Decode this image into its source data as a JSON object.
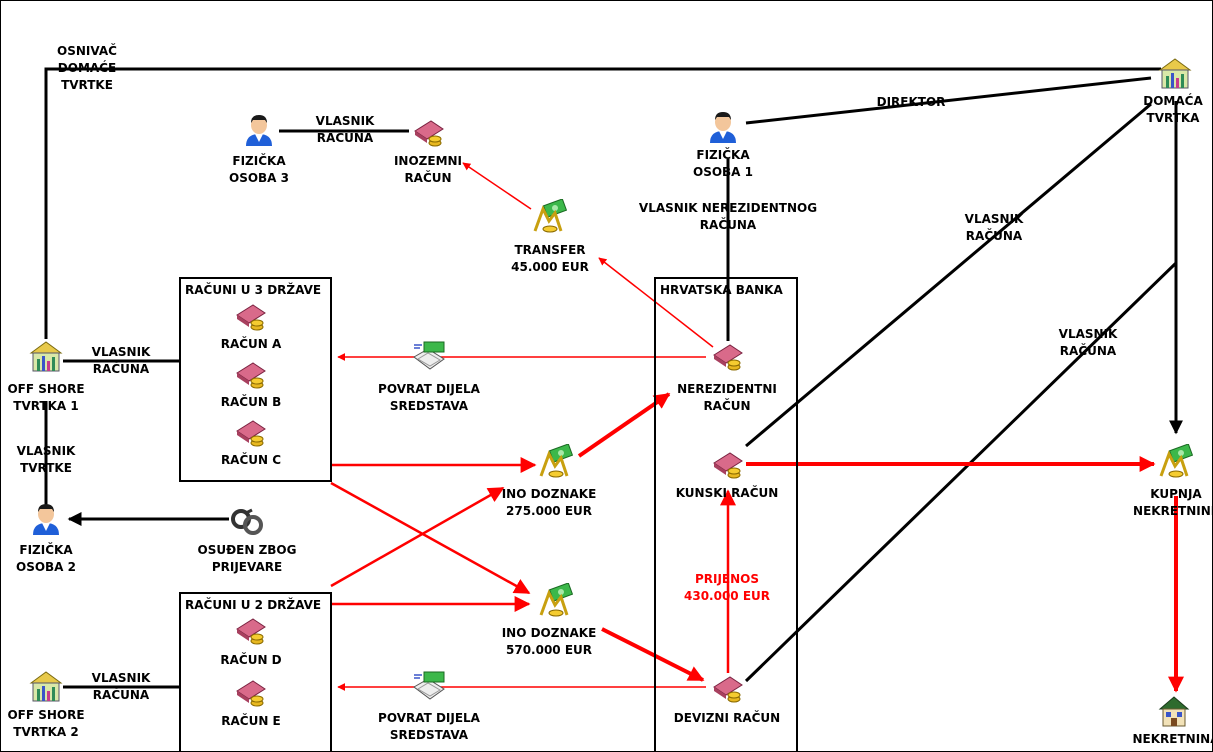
{
  "colors": {
    "flow": "#ff0000",
    "link": "#000000",
    "background": "#ffffff"
  },
  "entities": {
    "osoba3": "FIZIČKA\nOSOBA 3",
    "osoba1": "FIZIČKA\nOSOBA 1",
    "osoba2": "FIZIČKA\nOSOBA 2",
    "domaca_tvrtka": "DOMAĆA\nTVRTKA",
    "offshore1": "OFF SHORE\nTVRTKA 1",
    "offshore2": "OFF SHORE\nTVRTKA 2",
    "inozemni_racun": "INOZEMNI\nRAČUN",
    "transfer": "TRANSFER\n45.000 EUR",
    "povrat1": "POVRAT DIJELA\nSREDSTAVA",
    "povrat2": "POVRAT DIJELA\nSREDSTAVA",
    "ino_doznake1": "INO DOZNAKE\n275.000 EUR",
    "ino_doznake2": "INO DOZNAKE\n570.000 EUR",
    "nerezidentni": "NEREZIDENTNI\nRAČUN",
    "kunski": "KUNSKI RAČUN",
    "devizni": "DEVIZNI RAČUN",
    "kupnja": "KUPNJA\nNEKRETNINE",
    "nekretnina": "NEKRETNINA",
    "osuden": "OSUĐEN ZBOG\nPRIJEVARE"
  },
  "boxes": {
    "tri_drzave": {
      "title": "RAČUNI U 3 DRŽAVE",
      "accounts": [
        "RAČUN A",
        "RAČUN B",
        "RAČUN C"
      ]
    },
    "dvije_drzave": {
      "title": "RAČUNI U 2 DRŽAVE",
      "accounts": [
        "RAČUN D",
        "RAČUN E"
      ]
    },
    "banka": {
      "title": "HRVATSKA BANKA"
    }
  },
  "relations": {
    "osnivac": "OSNIVAČ\nDOMAĆE\nTVRTKE",
    "vlasnik_racuna_3": "VLASNIK\nRAČUNA",
    "direktor": "DIREKTOR",
    "vlasnik_nerezidentnog": "VLASNIK NEREZIDENTNOG\nRAČUNA",
    "vlasnik_racuna_kunski": "VLASNIK\nRAČUNA",
    "vlasnik_racuna_devizni": "VLASNIK\nRAČUNA",
    "vlasnik_racuna_off1": "VLASNIK\nRAČUNA",
    "vlasnik_tvrtke": "VLASNIK\nTVRTKE",
    "vlasnik_racuna_off2": "VLASNIK\nRAČUNA"
  },
  "prijenos": "PRIJENOS\n430.000 EUR",
  "icons": {
    "person": "person-icon",
    "company": "company-building-icon",
    "account": "bank-account-icon",
    "money_transfer": "money-transfer-icon",
    "cash_return": "cash-return-icon",
    "handcuffs": "handcuffs-icon",
    "house": "house-icon"
  }
}
